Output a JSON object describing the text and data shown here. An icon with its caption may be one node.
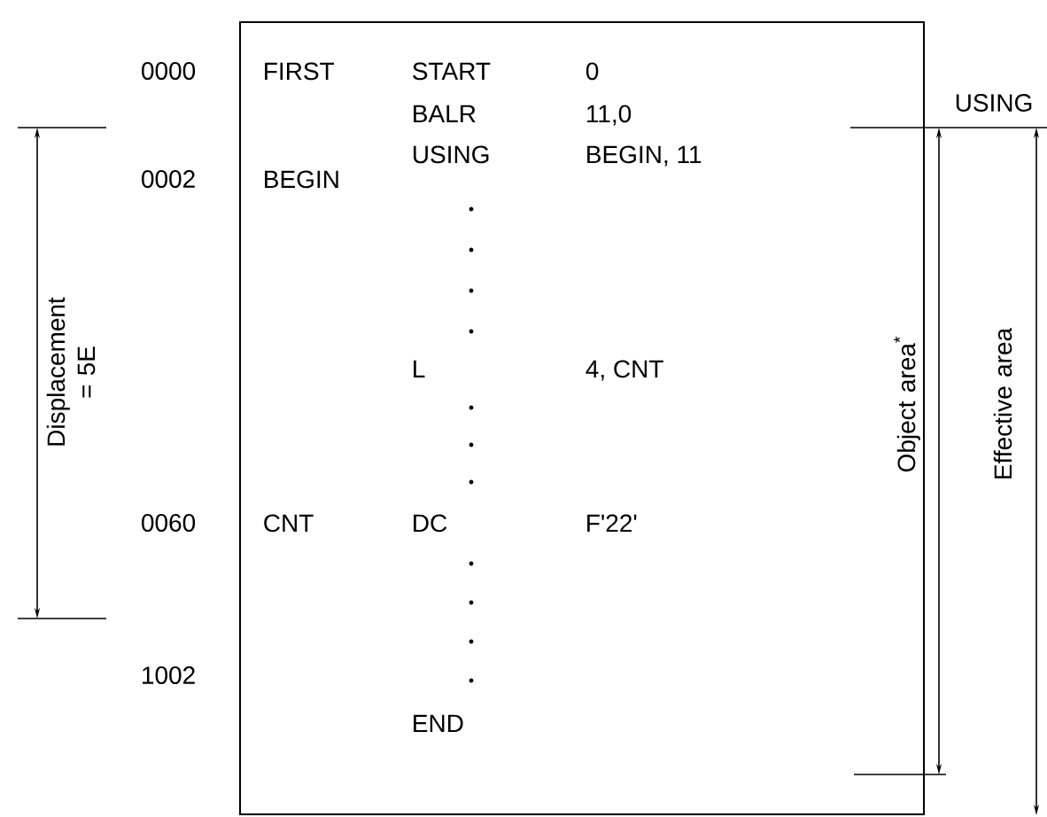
{
  "diagram": {
    "nodes": [
      {
        "text": [
          "FIRST",
          "START",
          "0",
          "BALR",
          "11,0",
          "USING",
          "BEGIN, 11",
          "BEGIN",
          "L",
          "4, CNT",
          "CNT",
          "DC",
          "F'22'",
          "END"
        ]
      }
    ],
    "labels": [
      "0000",
      "USING",
      "0002",
      "Displacement = 5E",
      "Object area$^{*}$",
      "Effective area",
      "0060",
      "1002"
    ]
  }
}
